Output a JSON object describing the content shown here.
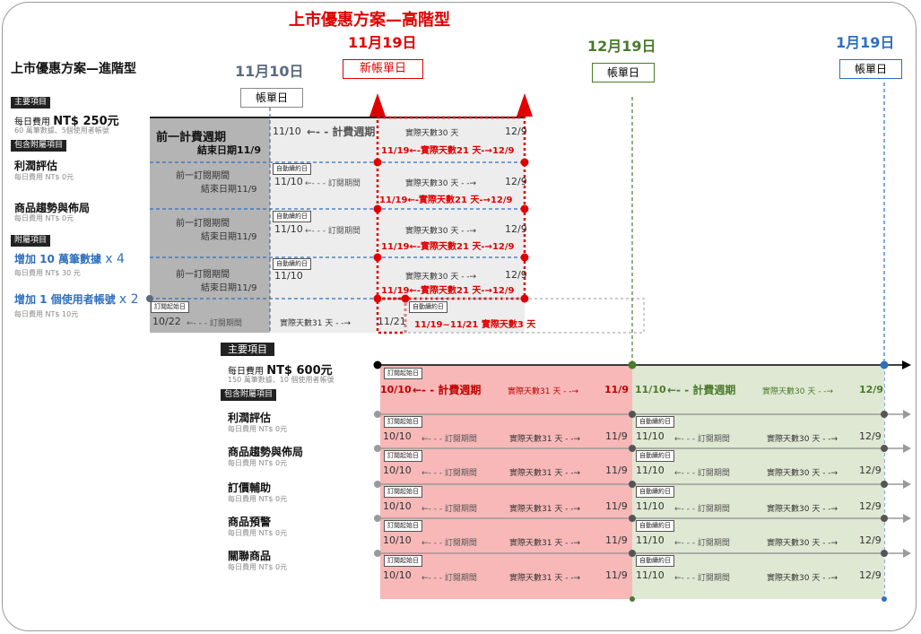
{
  "titles": {
    "upgrade_plan": "上市優惠方案—高階型",
    "upgrade_date": "11月19日",
    "advanced_plan": "上市優惠方案—進階型",
    "date_1110": "11月10日",
    "date_1219": "12月19日",
    "date_0119": "1月19日",
    "billing_day": "帳單日",
    "new_billing_day": "新帳單日"
  },
  "left_panel": {
    "main_tag": "主要項目",
    "main_fee_prefix": "每日費用 ",
    "main_fee": "NT$ 250元",
    "main_desc": "60 萬筆數據、5個使用者帳號",
    "included_tag": "包含附屬項目",
    "items": [
      {
        "name": "利潤評估",
        "fee": "每日費用 NT$ 0元"
      },
      {
        "name": "商品趨勢與佈局",
        "fee": "每日費用 NT$ 0元"
      }
    ],
    "addon_tag": "附屬項目",
    "addons": [
      {
        "name": "增加 10 萬筆數據",
        "mult": "x 4",
        "fee": "每日費用 NT$ 30 元"
      },
      {
        "name": "增加 1 個使用者帳號",
        "mult": "x 2",
        "fee": "每日費用 NT$ 10元"
      }
    ]
  },
  "top_grid": {
    "prev_cycle": "前一計費週期",
    "prev_cycle_end": "結束日期11/9",
    "prev_sub": "前一訂閱期間",
    "prev_sub_end": "結束日期11/9",
    "billing_row": {
      "start": "11/10",
      "label": "計費週期",
      "actual": "實際天數30 天",
      "end": "12/9",
      "red": "11/19←-實際天數21 天-→12/9"
    },
    "sub_row": {
      "start": "11/10",
      "label": "訂閱期間",
      "actual": "實際天數30 天",
      "end": "12/9",
      "red": "11/19←-實際天數21 天-→12/9"
    },
    "auto_renew": "自動續約日",
    "sub_start": "訂閱起始日",
    "addon_row": {
      "start": "10/22",
      "label": "訂閱期間",
      "actual": "實際天數31 天",
      "end": "11/21",
      "red": "11/19~11/21 實際天數3 天"
    }
  },
  "bottom_panel": {
    "main_tag": "主要項目",
    "main_fee_prefix": "每日費用 ",
    "main_fee": "NT$ 600元",
    "main_desc": "150 萬筆數據、10 個使用者帳號",
    "included_tag": "包含附屬項目",
    "items": [
      {
        "name": "利潤評估",
        "fee": "每日費用 NT$ 0元"
      },
      {
        "name": "商品趨勢與佈局",
        "fee": "每日費用 NT$ 0元"
      },
      {
        "name": "訂價輔助",
        "fee": "每日費用 NT$ 0元"
      },
      {
        "name": "商品預警",
        "fee": "每日費用 NT$ 0元"
      },
      {
        "name": "關聯商品",
        "fee": "每日費用 NT$ 0元"
      }
    ]
  },
  "bottom_grid": {
    "first_billing": {
      "start": "10/10",
      "label": "計費週期",
      "actual": "實際天數31 天",
      "end": "11/9"
    },
    "second_billing": {
      "start": "11/10",
      "label": "計費週期",
      "actual": "實際天數30 天",
      "end": "12/9"
    },
    "first_sub": {
      "start": "10/10",
      "label": "訂閱期間",
      "actual": "實際天數31 天",
      "end": "11/9"
    },
    "second_sub": {
      "start": "11/10",
      "label": "訂閱期間",
      "actual": "實際天數30 天",
      "end": "12/9"
    },
    "sub_start": "訂閱起始日",
    "auto_renew": "自動續約日"
  },
  "colors": {
    "red": "#e00000",
    "green": "#4a7a2c",
    "blue": "#2e6fc0",
    "grey_dark": "#b0b0b0",
    "grey_light": "#ececec",
    "pink": "#f8b8b8",
    "sage": "#dfe8d2"
  }
}
